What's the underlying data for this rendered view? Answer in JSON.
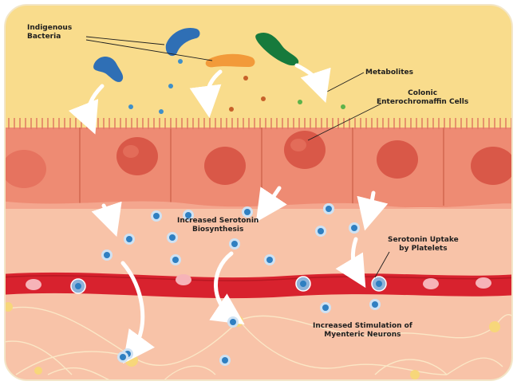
{
  "labels": {
    "indigenous_bacteria": "Indigenous\nBacteria",
    "metabolites": "Metabolites",
    "colonic_cells": "Colonic\nEnterochromaffin Cells",
    "serotonin_biosynthesis": "Increased Serotonin\nBiosynthesis",
    "platelet_uptake": "Serotonin Uptake\nby Platelets",
    "neuron_stimulation": "Increased Stimulation of\nMyenteric Neurons"
  },
  "colors": {
    "lumen": "#f9dc8c",
    "cell": "#ee8b73",
    "nucleus": "#d95848",
    "tissue": "#f8c3a8",
    "vessel": "#d8222e",
    "bacteria_blue": "#2f6fb5",
    "bacteria_orange": "#f29a3a",
    "bacteria_green": "#177a3c",
    "serotonin": "#2f7fc1",
    "neuron": "#f7d77a"
  }
}
